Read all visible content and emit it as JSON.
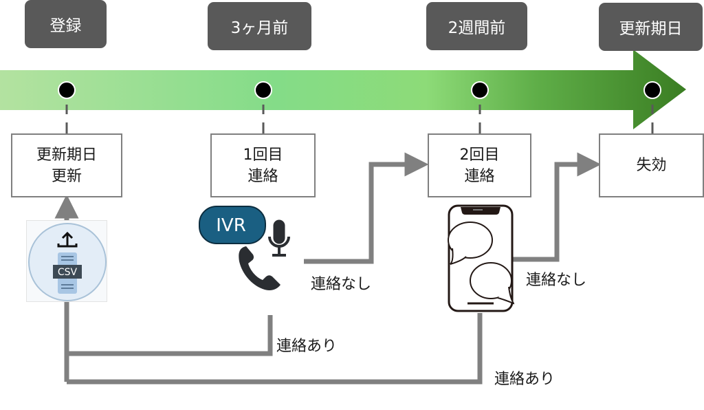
{
  "phases": [
    {
      "label": "登録"
    },
    {
      "label": "3ヶ月前"
    },
    {
      "label": "2週間前"
    },
    {
      "label": "更新期日"
    }
  ],
  "stages": [
    {
      "lines": [
        "更新期日",
        "更新"
      ]
    },
    {
      "lines": [
        "1回目",
        "連絡"
      ]
    },
    {
      "lines": [
        "2回目",
        "連絡"
      ]
    },
    {
      "lines": [
        "失効"
      ]
    }
  ],
  "icons": {
    "csv_upload": {
      "text": "CSV"
    },
    "ivr": {
      "text": "IVR"
    }
  },
  "flow_labels": {
    "ivr_no_contact": "連絡なし",
    "sms_no_contact": "連絡なし",
    "ivr_contact": "連絡あり",
    "sms_contact": "連絡あり"
  },
  "colors": {
    "timeline_start": "#b3e2a0",
    "timeline_mid": "#84dc88",
    "timeline_end": "#3a7d22",
    "badge": "#595959",
    "connector": "#808080",
    "ivr_blue": "#1a5f82"
  }
}
